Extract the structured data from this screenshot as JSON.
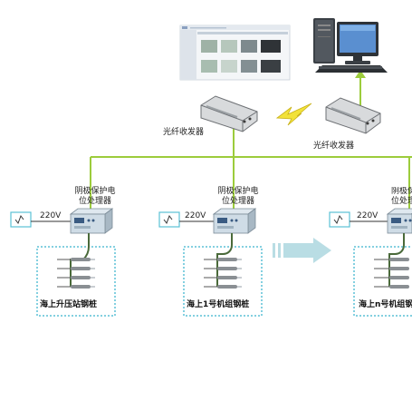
{
  "diagram": {
    "transceiver_label": "光纤收发器",
    "processor_label_line1": "阴极保护电",
    "processor_label_line2": "位处理器",
    "voltage": "220V",
    "sites": [
      "海上升压站钢桩",
      "海上1号机组钢桩",
      "海上n号机组钢桩"
    ],
    "colors": {
      "network_line": "#9ccc3c",
      "cable": "#4a6a3a",
      "site_border": "#5bc1d6",
      "arrow": "#b9dde4",
      "lightning": "#f2e23a"
    }
  }
}
